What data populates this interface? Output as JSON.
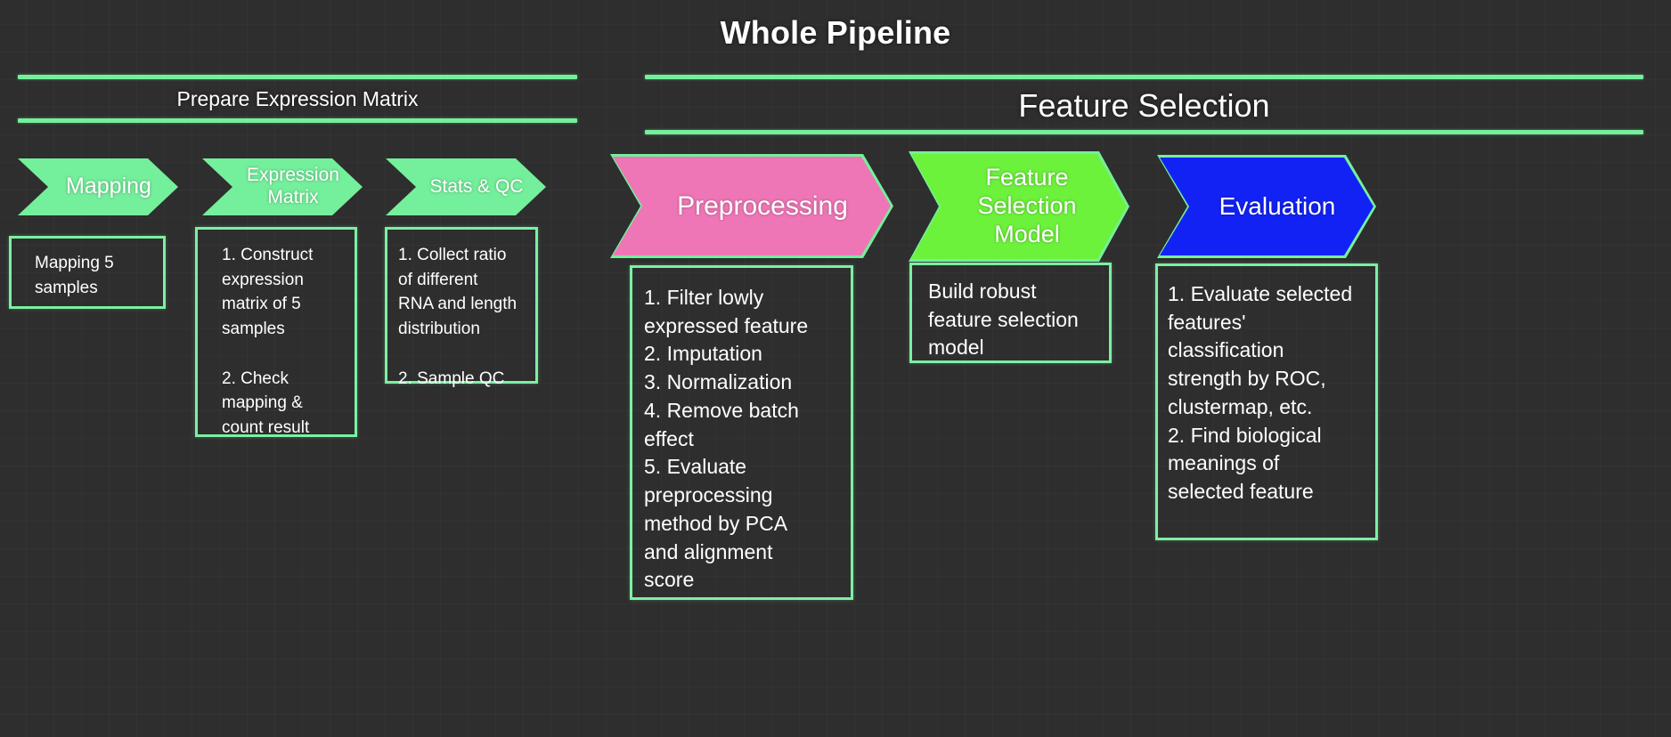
{
  "page": {
    "title": "Whole Pipeline",
    "background_color": "#2e2e2e",
    "accent_green": "#74ef9b"
  },
  "sections": [
    {
      "name": "Prepare Expression Matrix"
    },
    {
      "name": "Feature Selection"
    }
  ],
  "stages": [
    {
      "label": "Mapping",
      "fill_color": "#74ef9b",
      "note": "Mapping 5\nsamples"
    },
    {
      "label": "Expression\nMatrix",
      "fill_color": "#74ef9b",
      "note": "1. Construct\nexpression\nmatrix of 5\nsamples\n\n2. Check\nmapping &\ncount result"
    },
    {
      "label": "Stats & QC",
      "fill_color": "#74ef9b",
      "note": "1. Collect ratio\nof different\nRNA and length\ndistribution\n\n2. Sample QC"
    },
    {
      "label": "Preprocessing",
      "fill_color": "#ef76b6",
      "note": "1. Filter lowly\nexpressed feature\n2. Imputation\n3. Normalization\n4. Remove batch\neffect\n5. Evaluate\npreprocessing\nmethod by PCA\nand alignment\nscore"
    },
    {
      "label": "Feature\nSelection\nModel",
      "fill_color": "#6df23c",
      "note": "Build robust\nfeature selection\nmodel"
    },
    {
      "label": "Evaluation",
      "fill_color": "#1222f5",
      "note": "1. Evaluate selected\nfeatures'\nclassification\nstrength by ROC,\nclustermap, etc.\n2. Find biological\nmeanings of\nselected feature"
    }
  ]
}
